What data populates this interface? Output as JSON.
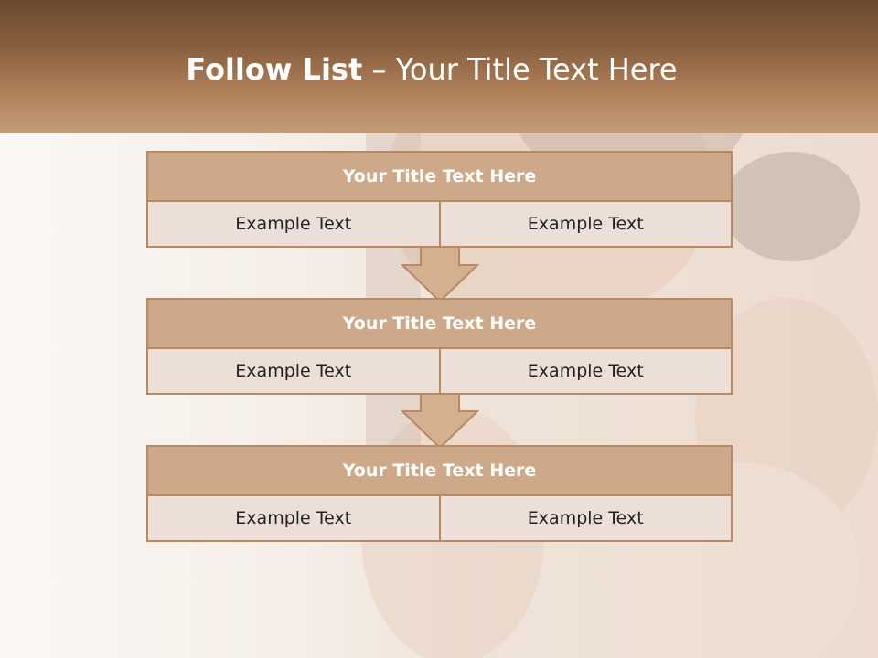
{
  "header": {
    "title_bold": "Follow List",
    "title_rest": " – Your Title Text Here"
  },
  "blocks": [
    {
      "title": "Your Title Text Here",
      "cells": [
        "Example Text",
        "Example Text"
      ]
    },
    {
      "title": "Your Title Text Here",
      "cells": [
        "Example Text",
        "Example Text"
      ]
    },
    {
      "title": "Your Title Text Here",
      "cells": [
        "Example Text",
        "Example Text"
      ]
    }
  ],
  "colors": {
    "header_dark": "#6a4a30",
    "header_light": "#c39b76",
    "block_title_fill": "#cda98a",
    "block_border": "#b88a63",
    "cell_fill": "#ecdfd8",
    "arrow_fill": "#d4b08f"
  },
  "icons": {
    "connector": "down-arrow-icon"
  }
}
